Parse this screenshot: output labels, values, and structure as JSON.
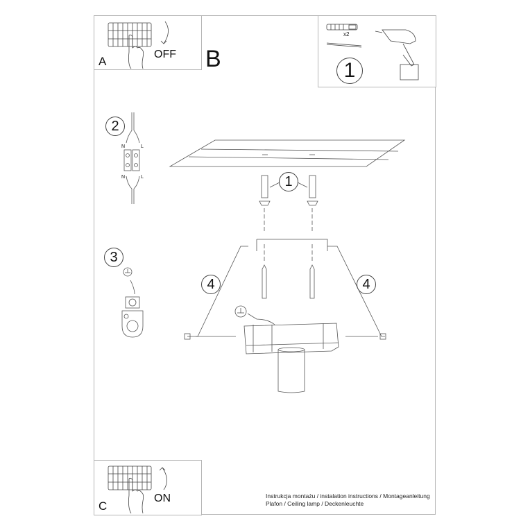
{
  "document": {
    "type": "installation-instructions-sheet",
    "border_color": "#b5b5b5",
    "line_color": "#444444"
  },
  "panel_a": {
    "letter": "A",
    "caption": "OFF",
    "icons": [
      "circuit-breaker-icon",
      "hand-icon",
      "arrow-down-icon"
    ]
  },
  "section_b": {
    "letter": "B"
  },
  "panel_1": {
    "step": "1",
    "quantity": "x2",
    "icons": [
      "wall-plug-icon",
      "screw-icon",
      "drill-icon"
    ]
  },
  "steps": {
    "step2": {
      "number": "2",
      "labels": {
        "top_left": "N",
        "top_right": "L",
        "bottom_left": "N",
        "bottom_right": "L"
      }
    },
    "step3": {
      "number": "3"
    },
    "step1_callout": {
      "number": "1"
    },
    "step4_left": {
      "number": "4"
    },
    "step4_right": {
      "number": "4"
    }
  },
  "panel_c": {
    "letter": "C",
    "caption": "ON",
    "icons": [
      "circuit-breaker-icon",
      "hand-icon",
      "arrow-up-icon"
    ]
  },
  "footer": {
    "line1": "Instrukcja montażu / instalation instructions / Montageanleitung",
    "line2": "Plafon / Ceiling lamp / Deckenleuchte"
  }
}
